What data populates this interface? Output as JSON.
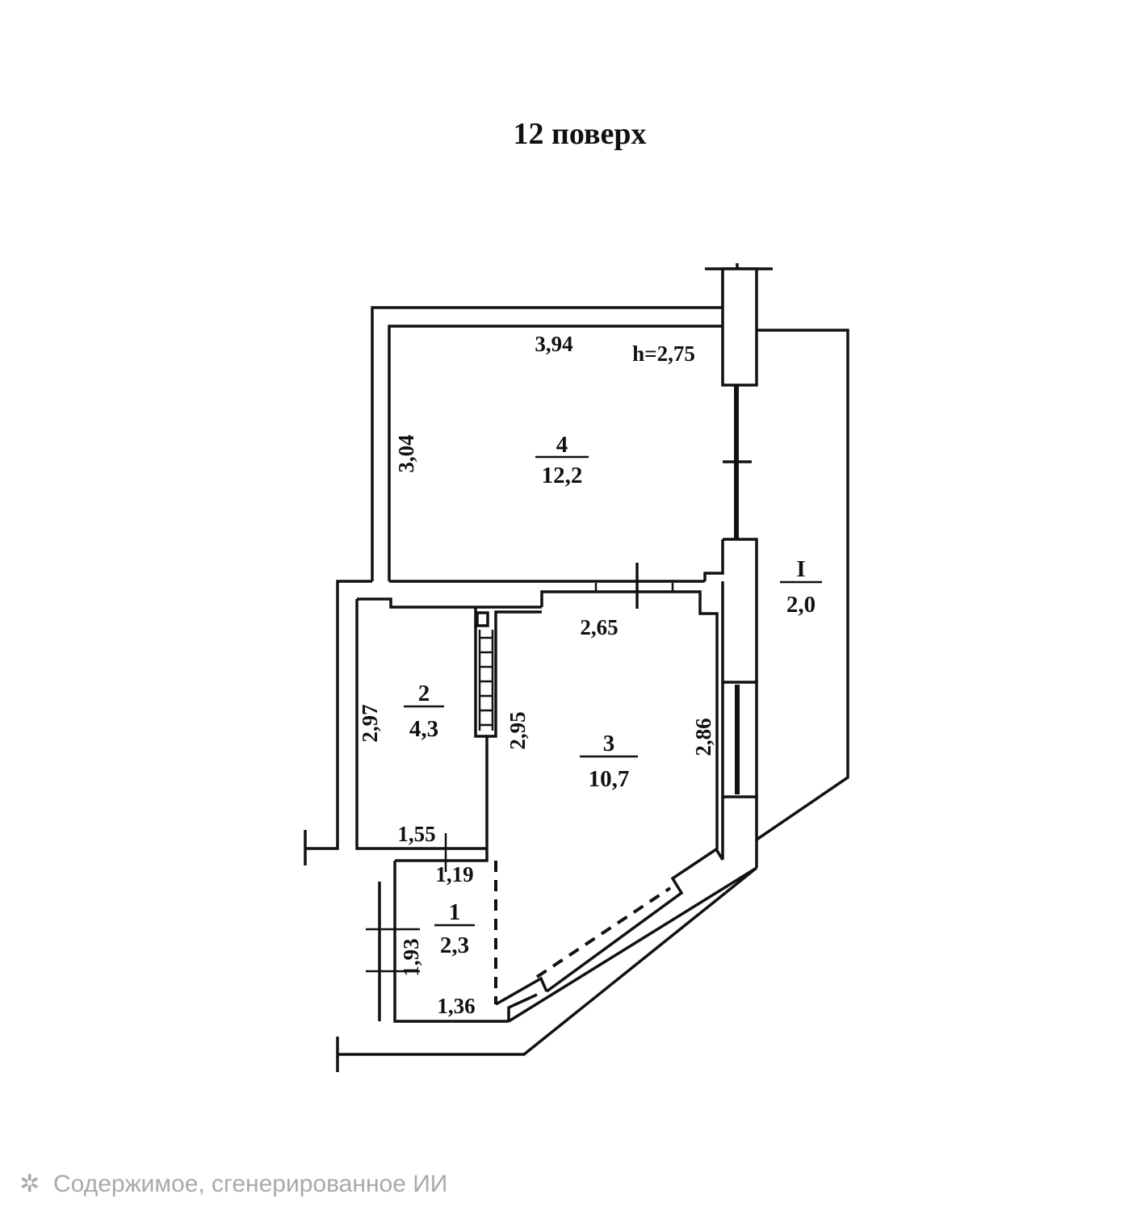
{
  "title": "12 поверх",
  "height_label": "h=2,75",
  "rooms": [
    {
      "id": "room-4",
      "number": "4",
      "area": "12,2"
    },
    {
      "id": "room-3",
      "number": "3",
      "area": "10,7"
    },
    {
      "id": "room-2",
      "number": "2",
      "area": "4,3"
    },
    {
      "id": "room-1",
      "number": "1",
      "area": "2,3"
    },
    {
      "id": "balcony-I",
      "number": "I",
      "area": "2,0"
    }
  ],
  "dimensions": {
    "room4_width": "3,94",
    "room4_depth": "3,04",
    "room3_width": "2,65",
    "room3_left": "2,95",
    "room3_right": "2,86",
    "room2_depth": "2,97",
    "room2_width": "1,55",
    "room1_top": "1,19",
    "room1_depth": "1,93",
    "room1_bottom": "1,36"
  },
  "footer": {
    "icon": "sparkle-icon",
    "text": "Содержимое, сгенерированное ИИ"
  }
}
